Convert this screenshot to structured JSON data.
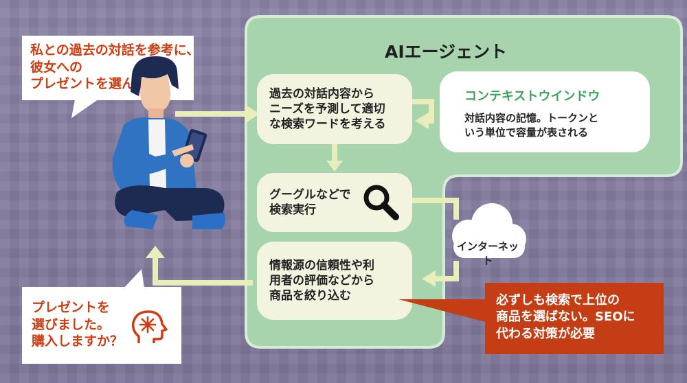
{
  "agent": {
    "title": "AIエージェント"
  },
  "user_speech": {
    "line1": "私との過去の対話を参考に、",
    "line2": "彼女への",
    "line3": "プレゼントを選んで"
  },
  "reply_speech": {
    "line1": "プレゼントを",
    "line2": "選びました。",
    "line3": "購入しますか？"
  },
  "steps": [
    {
      "line1": "過去の対話内容から",
      "line2": "ニーズを予測して適切",
      "line3": "な検索ワードを考える"
    },
    {
      "line1": "グーグルなどで",
      "line2": "検索実行"
    },
    {
      "line1": "情報源の信頼性や利",
      "line2": "用者の評価などから",
      "line3": "商品を絞り込む"
    }
  ],
  "context_window": {
    "title": "コンテキストウインドウ",
    "line1": "対話内容の記憶。トークンと",
    "line2": "いう単位で容量が表される"
  },
  "internet": {
    "label": "インターネット"
  },
  "note": {
    "line1": "必ずしも検索で上位の",
    "line2": "商品を選ばない。SEOに",
    "line3": "代わる対策が必要"
  },
  "icons": {
    "search": "magnifier-icon",
    "ai_head": "ai-head-icon",
    "cloud": "cloud-icon",
    "person": "person-with-phone"
  },
  "colors": {
    "panel": "#a8d4ad",
    "card": "#f3f4df",
    "accent": "#cc3d12",
    "arrow": "#e8eeba",
    "background": "#857d9f"
  }
}
